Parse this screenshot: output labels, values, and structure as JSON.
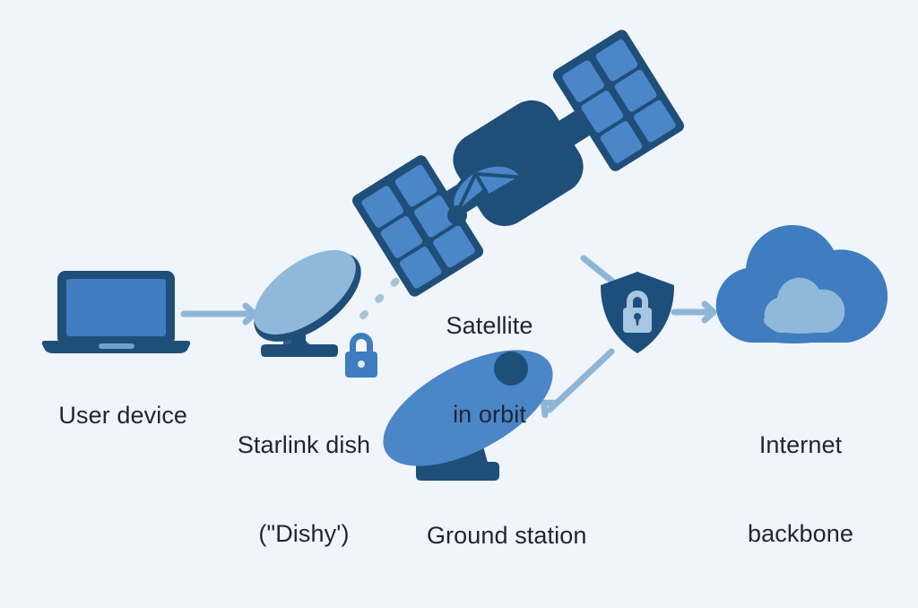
{
  "diagram": {
    "title": "Starlink connectivity path",
    "background_color": "#eff5fa",
    "label_color": "#1e2632",
    "palette": {
      "dark_navy": "#1f4e79",
      "dark_blue": "#1d4f7c",
      "mid_blue": "#3f7cc0",
      "panel_blue": "#4a86c8",
      "light_blue": "#8fb8da",
      "pale_blue": "#a8c6e2",
      "arrow_blue": "#8fb5d6",
      "dash_blue": "#a9c3d6"
    },
    "nodes": [
      {
        "id": "user-device",
        "icon": "laptop-icon",
        "label": "User device",
        "label_lines": [
          "User device"
        ]
      },
      {
        "id": "starlink-dish",
        "icon": "satellite-dish-icon",
        "label": "Starlink dish (\"Dishy')",
        "label_lines": [
          "Starlink dish",
          "(\"Dishy')"
        ],
        "badge_icon": "lock-icon"
      },
      {
        "id": "satellite",
        "icon": "satellite-icon",
        "label": "Satellite in orbit",
        "label_lines": [
          "Satellite",
          "in orbit"
        ]
      },
      {
        "id": "ground-station",
        "icon": "ground-station-dish-icon",
        "label": "Ground station",
        "label_lines": [
          "Ground station"
        ]
      },
      {
        "id": "security-shield",
        "icon": "shield-lock-icon",
        "label": ""
      },
      {
        "id": "internet-backbone",
        "icon": "cloud-icon",
        "label": "Internet backbone",
        "label_lines": [
          "Internet",
          "backbone"
        ]
      }
    ],
    "connectors": [
      {
        "id": "user-to-dish",
        "from": "user-device",
        "to": "starlink-dish",
        "style": "solid-arrow"
      },
      {
        "id": "dish-to-satellite",
        "from": "starlink-dish",
        "to": "satellite",
        "style": "dashed"
      },
      {
        "id": "satellite-to-shield",
        "from": "satellite",
        "to": "security-shield",
        "style": "solid-line"
      },
      {
        "id": "shield-to-ground-station",
        "from": "security-shield",
        "to": "ground-station",
        "style": "solid-arrow"
      },
      {
        "id": "shield-to-cloud",
        "from": "security-shield",
        "to": "internet-backbone",
        "style": "solid-arrow"
      }
    ]
  },
  "labels": {
    "user_device": "User device",
    "dish_line1": "Starlink dish",
    "dish_line2": "(\"Dishy')",
    "satellite_line1": "Satellite",
    "satellite_line2": "in orbit",
    "ground_station": "Ground station",
    "cloud_line1": "Internet",
    "cloud_line2": "backbone"
  }
}
